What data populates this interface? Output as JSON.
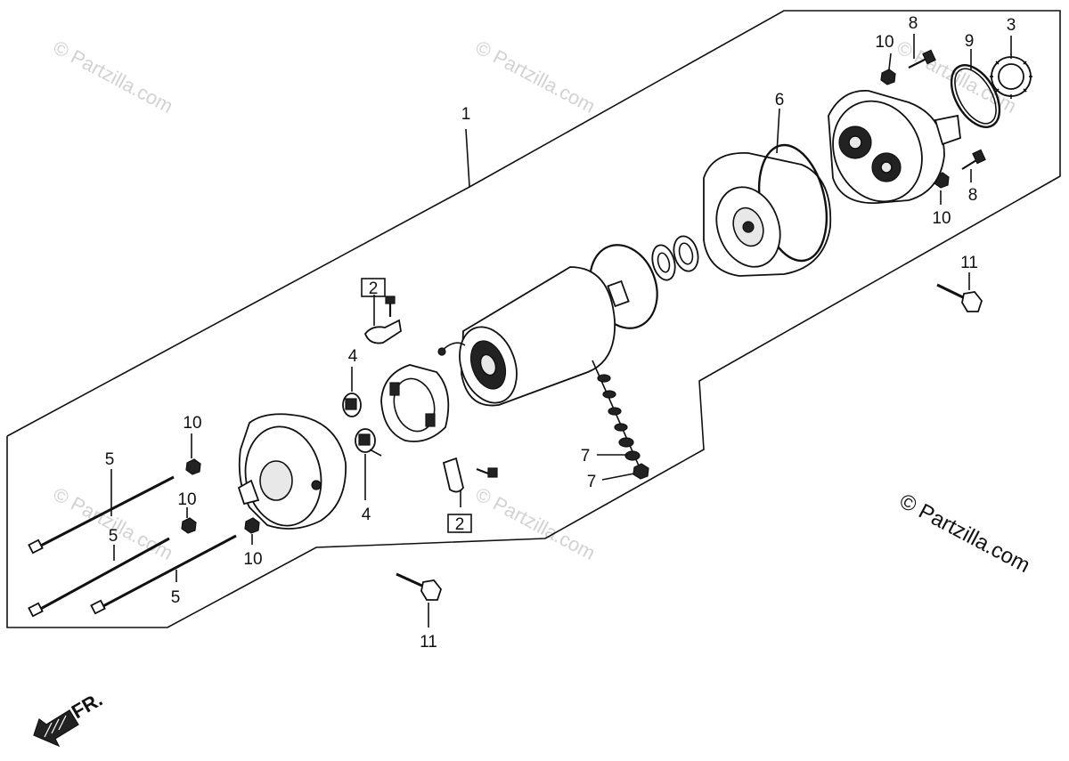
{
  "watermark": "© Partzilla.com",
  "copyright": "© Partzilla.com",
  "front_marker": "FR.",
  "callouts": {
    "c1": "1",
    "c2a": "2",
    "c2b": "2",
    "c3": "3",
    "c4a": "4",
    "c4b": "4",
    "c5a": "5",
    "c5b": "5",
    "c5c": "5",
    "c6": "6",
    "c7a": "7",
    "c7b": "7",
    "c8a": "8",
    "c8b": "8",
    "c9": "9",
    "c10a": "10",
    "c10b": "10",
    "c10c": "10",
    "c10d": "10",
    "c10e": "10",
    "c11a": "11",
    "c11b": "11"
  }
}
